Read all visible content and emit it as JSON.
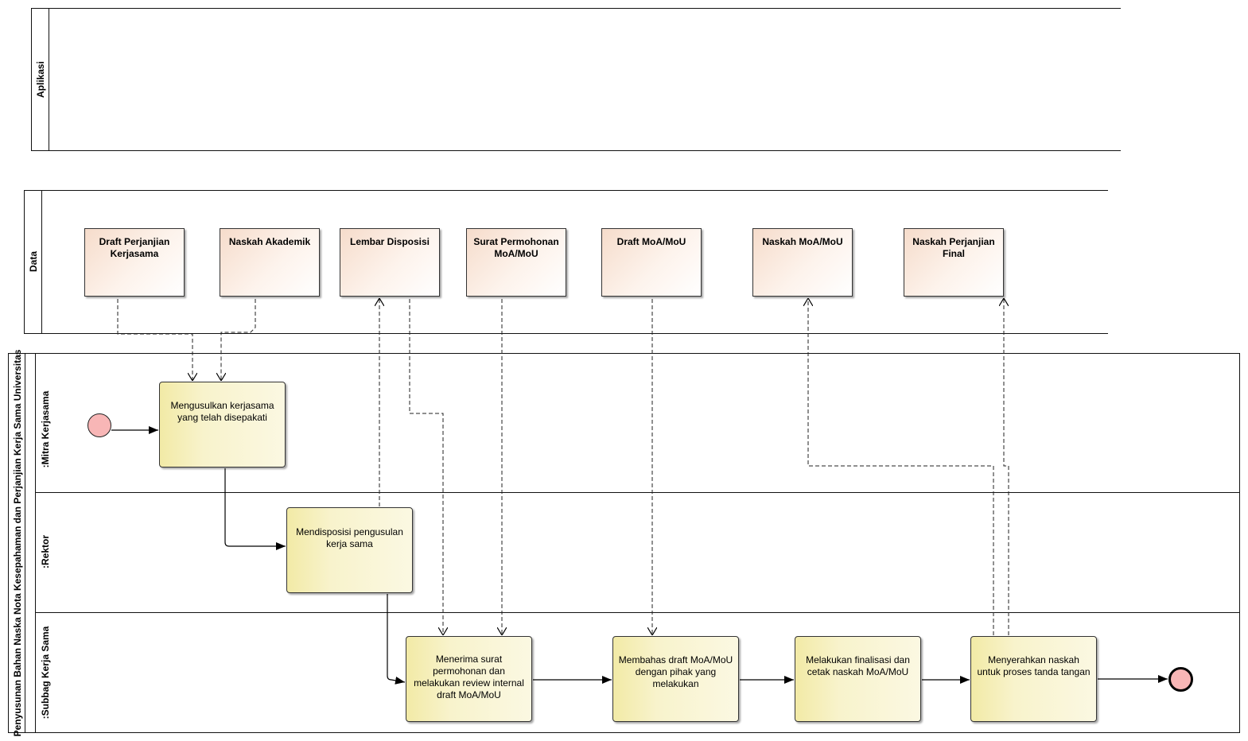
{
  "pools": {
    "aplikasi": {
      "label": "Aplikasi"
    },
    "data": {
      "label": "Data"
    },
    "process": {
      "label": "Penyusunan Bahan Naska Nota Kesepahaman dan Perjanjian Kerja Sama Universitas"
    }
  },
  "lanes": {
    "mitra": "Mitra Kerjasama",
    "rektor": "Rektor",
    "subbag": "Subbag Kerja Sama"
  },
  "data_objects": {
    "d1": "Draft Perjanjian Kerjasama",
    "d2": "Naskah Akademik",
    "d3": "Lembar Disposisi",
    "d4": "Surat Permohonan MoA/MoU",
    "d5": "Draft MoA/MoU",
    "d6": "Naskah MoA/MoU",
    "d7": "Naskah Perjanjian Final"
  },
  "tasks": {
    "t1": "Mengusulkan kerjasama yang telah disepakati",
    "t2": "Mendisposisi pengusulan kerja sama",
    "t3": "Menerima surat permohonan dan melakukan review internal draft MoA/MoU",
    "t4": "Membahas draft MoA/MoU dengan pihak yang melakukan",
    "t5": "Melakukan finalisasi dan cetak naskah MoA/MoU",
    "t6": "Menyerahkan naskah untuk proses tanda tangan"
  },
  "colors": {
    "event_fill": "#f8b6b6",
    "task_fill": "#f8f3cc",
    "data_fill": "#f6dccb",
    "line": "#111111"
  }
}
